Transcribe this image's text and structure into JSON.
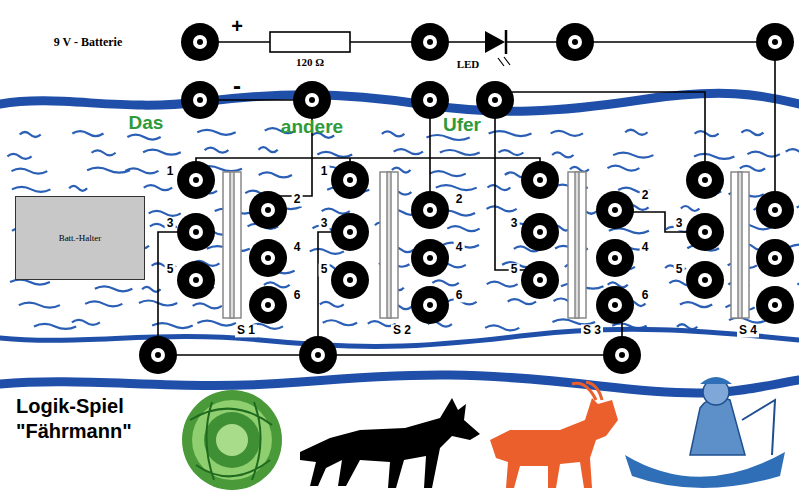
{
  "diagram": {
    "title": "Logik-Spiel \"Fährmann\"",
    "nodes": [
      {
        "text": [
          "Batt.-Halter"
        ]
      }
    ],
    "labels": [
      "9 V - Batterie",
      "+",
      "120 Ω",
      "LED",
      "-",
      "Das",
      "andere",
      "Ufer",
      "1",
      "3",
      "5",
      "2",
      "4",
      "6",
      "1",
      "3",
      "5",
      "2",
      "4",
      "6",
      "3",
      "5",
      "2",
      "4",
      "6",
      "3",
      "5",
      "S 1",
      "S 2",
      "S 3",
      "S 4"
    ]
  }
}
